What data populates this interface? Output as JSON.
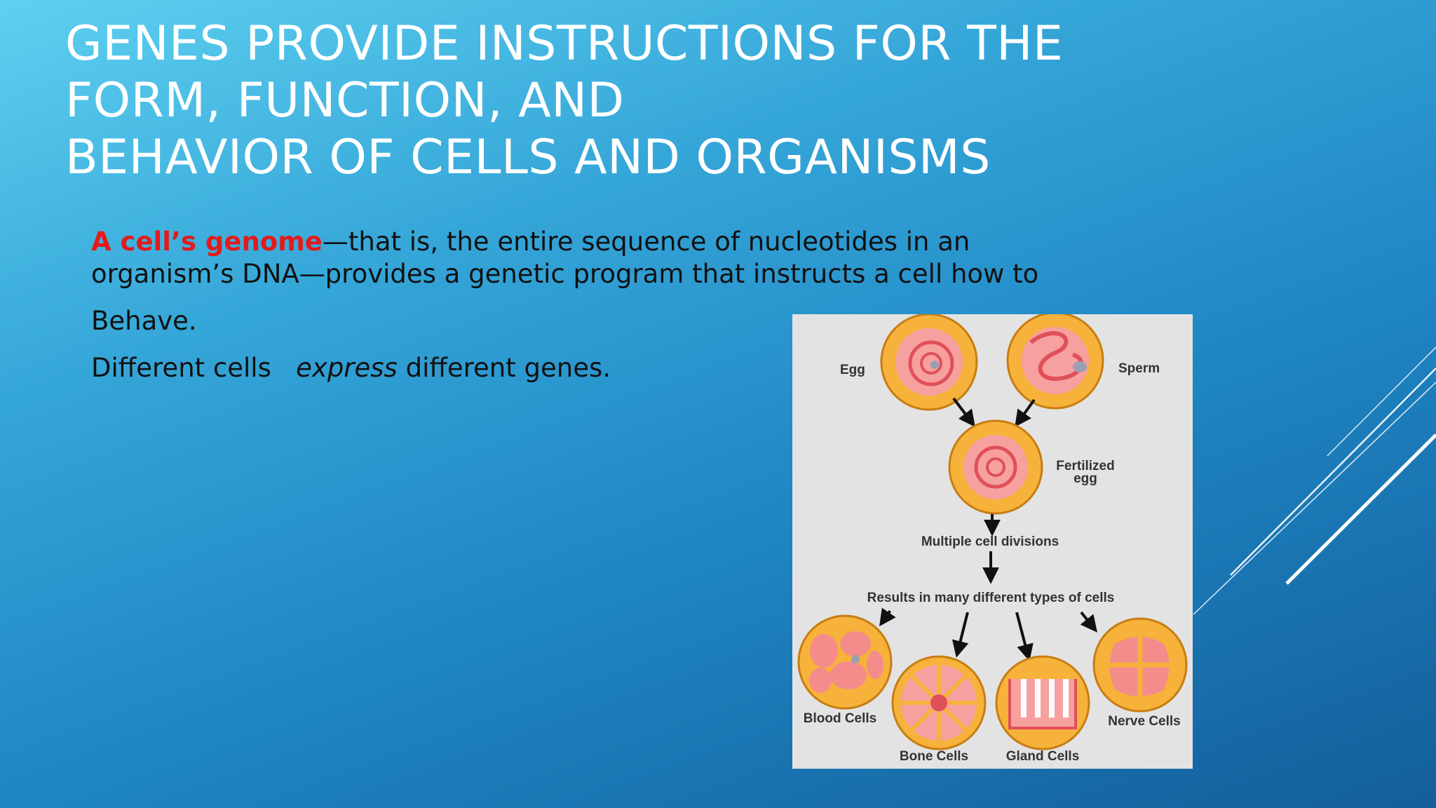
{
  "slide": {
    "title_lines": [
      "GENES PROVIDE INSTRUCTIONS FOR THE",
      "FORM, FUNCTION, AND",
      "BEHAVIOR OF CELLS AND ORGANISMS"
    ],
    "paragraph1": {
      "highlight": "A cell’s genome",
      "rest_line1": "—that is, the entire sequence of nucleotides in an",
      "line2": "organism’s DNA—provides a genetic program that instructs a cell how to"
    },
    "paragraph2": "Behave.",
    "paragraph3": {
      "part1": "Different cells",
      "emphasis": "express",
      "part2": "different genes."
    }
  },
  "figure": {
    "labels": {
      "egg": "Egg",
      "sperm": "Sperm",
      "fertilized_line1": "Fertilized",
      "fertilized_line2": "egg",
      "divisions": "Multiple cell divisions",
      "results": "Results in many different types of cells",
      "blood": "Blood Cells",
      "bone": "Bone Cells",
      "gland": "Gland Cells",
      "nerve": "Nerve Cells"
    }
  },
  "colors": {
    "title": "#ffffff",
    "highlight": "#e31b1b",
    "cell_outer": "#f6b23a",
    "cell_inner": "#f48c8c",
    "figure_bg": "#e3e3e3"
  }
}
